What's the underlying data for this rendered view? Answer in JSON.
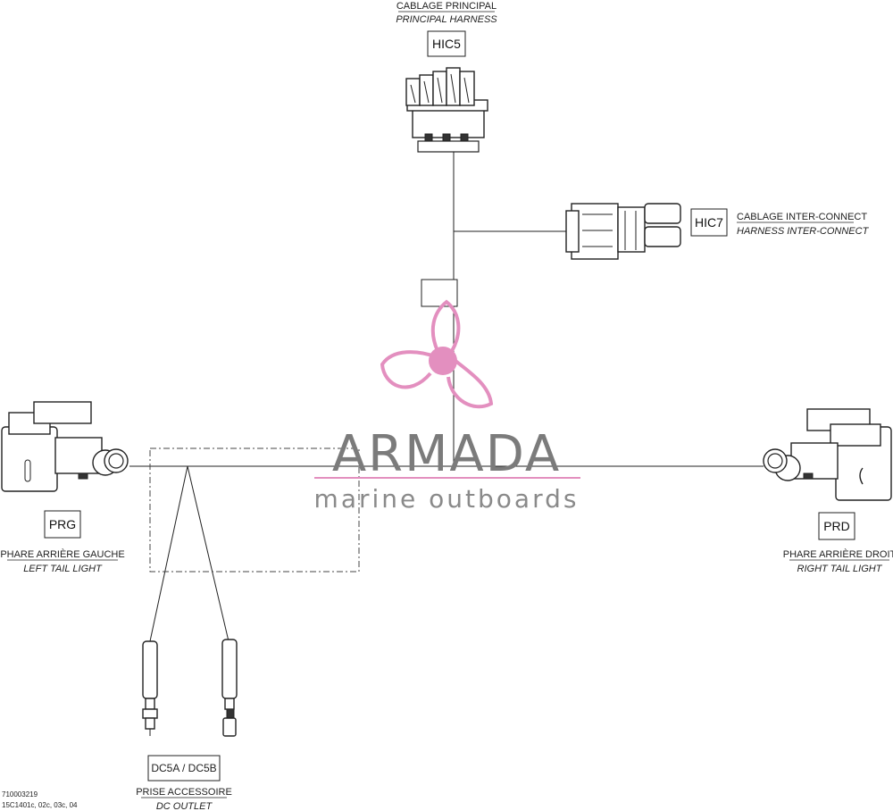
{
  "top_connector": {
    "title_fr": "CABLAGE PRINCIPAL",
    "title_en": "PRINCIPAL HARNESS",
    "code": "HIC5"
  },
  "right_connector": {
    "code": "HIC7",
    "title_fr": "CABLAGE INTER-CONNECT",
    "title_en": "HARNESS INTER-CONNECT"
  },
  "left_light": {
    "code": "PRG",
    "title_fr": "PHARE ARRIÈRE GAUCHE",
    "title_en": "LEFT TAIL LIGHT"
  },
  "right_light": {
    "code": "PRD",
    "title_fr": "PHARE ARRIÈRE DROIT",
    "title_en": "RIGHT TAIL LIGHT"
  },
  "dc_outlet": {
    "code": "DC5A / DC5B",
    "title_fr": "PRISE ACCESSOIRE",
    "title_en": "DC OUTLET"
  },
  "watermark": {
    "brand": "ARMADA",
    "tagline": "marine outboards",
    "color_pink": "#e38fbf",
    "color_gray": "#7b7b7b"
  },
  "footer": {
    "part_number": "710003219",
    "reference": "15C1401c, 02c, 03c, 04"
  }
}
